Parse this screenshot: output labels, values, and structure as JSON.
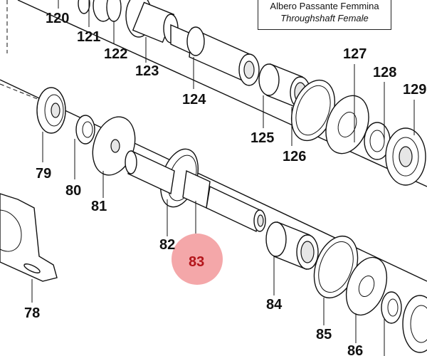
{
  "title_box": {
    "line1": "Albero Passante Femmina",
    "line2": "Throughshaft Female"
  },
  "callouts": [
    {
      "id": "78",
      "label": "78"
    },
    {
      "id": "79",
      "label": "79"
    },
    {
      "id": "80",
      "label": "80"
    },
    {
      "id": "81",
      "label": "81"
    },
    {
      "id": "82",
      "label": "82"
    },
    {
      "id": "83",
      "label": "83",
      "highlighted": true
    },
    {
      "id": "84",
      "label": "84"
    },
    {
      "id": "85",
      "label": "85"
    },
    {
      "id": "86",
      "label": "86"
    },
    {
      "id": "120",
      "label": "120"
    },
    {
      "id": "121",
      "label": "121"
    },
    {
      "id": "122",
      "label": "122"
    },
    {
      "id": "123",
      "label": "123"
    },
    {
      "id": "124",
      "label": "124"
    },
    {
      "id": "125",
      "label": "125"
    },
    {
      "id": "126",
      "label": "126"
    },
    {
      "id": "127",
      "label": "127"
    },
    {
      "id": "128",
      "label": "128"
    },
    {
      "id": "129",
      "label": "129"
    }
  ],
  "colors": {
    "highlight_fill": "#f08a8c",
    "highlight_text": "#b3151b",
    "line": "#111111"
  }
}
